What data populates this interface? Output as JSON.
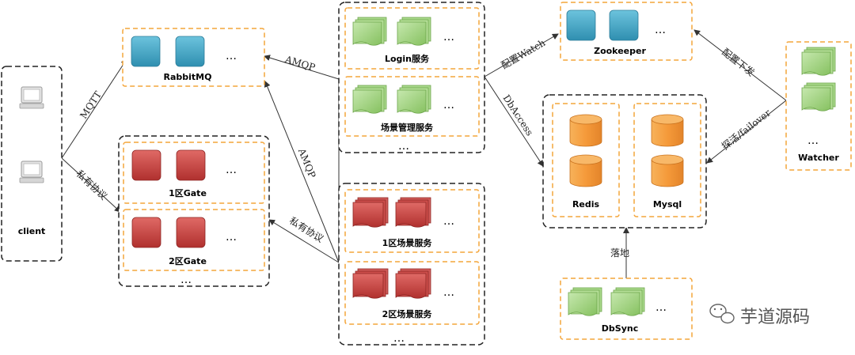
{
  "nodes": {
    "client": "client",
    "rabbitmq": "RabbitMQ",
    "gate1": "1区Gate",
    "gate2": "2区Gate",
    "login": "Login服务",
    "scene_mgr": "场景管理服务",
    "scene1": "1区场景服务",
    "scene2": "2区场景服务",
    "zookeeper": "Zookeeper",
    "redis": "Redis",
    "mysql": "Mysql",
    "watcher": "Watcher",
    "dbsync": "DbSync"
  },
  "edges": {
    "mqtt": "MQTT",
    "private_client": "私有协议",
    "amqp_top": "AMQP",
    "amqp_diag": "AMQP",
    "private_scene": "私有协议",
    "config_watch": "配置Watch",
    "dbaccess": "DbAccess",
    "config_push": "配置下发",
    "probe_failover": "探活/failover",
    "persist": "落地"
  },
  "ellipsis": "…",
  "watermark": "芋道源码",
  "colors": {
    "orange_dash": "#f4a53a",
    "black_dash": "#222222",
    "rabbit_blue": "#4aa9c8",
    "gate_red": "#c9413f",
    "doc_green": "#9fd37f",
    "db_orange": "#f39a3c"
  }
}
